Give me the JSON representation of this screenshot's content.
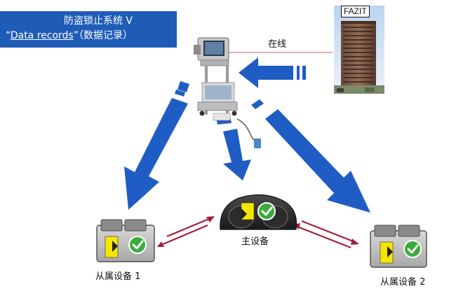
{
  "title": {
    "line1": "防盗锁止系统 V",
    "line2_quote_open": "“",
    "line2_english": "Data records",
    "line2_rest": "”（数据记录）"
  },
  "fazit_label": "FAZIT",
  "online_label": "在线",
  "master_label": "主设备",
  "slave1_label": "从属设备 1",
  "slave2_label": "从属设备 2",
  "colors": {
    "title_bg": "#1f5cb8",
    "arrow_blue": "#1f5cc4",
    "sync_red": "#a3203a",
    "check_green": "#3daa3d",
    "transponder_yellow": "#f5e600"
  },
  "icons": [
    "diagnostic-tester",
    "fazit-building",
    "instrument-cluster",
    "control-unit",
    "check-icon"
  ]
}
